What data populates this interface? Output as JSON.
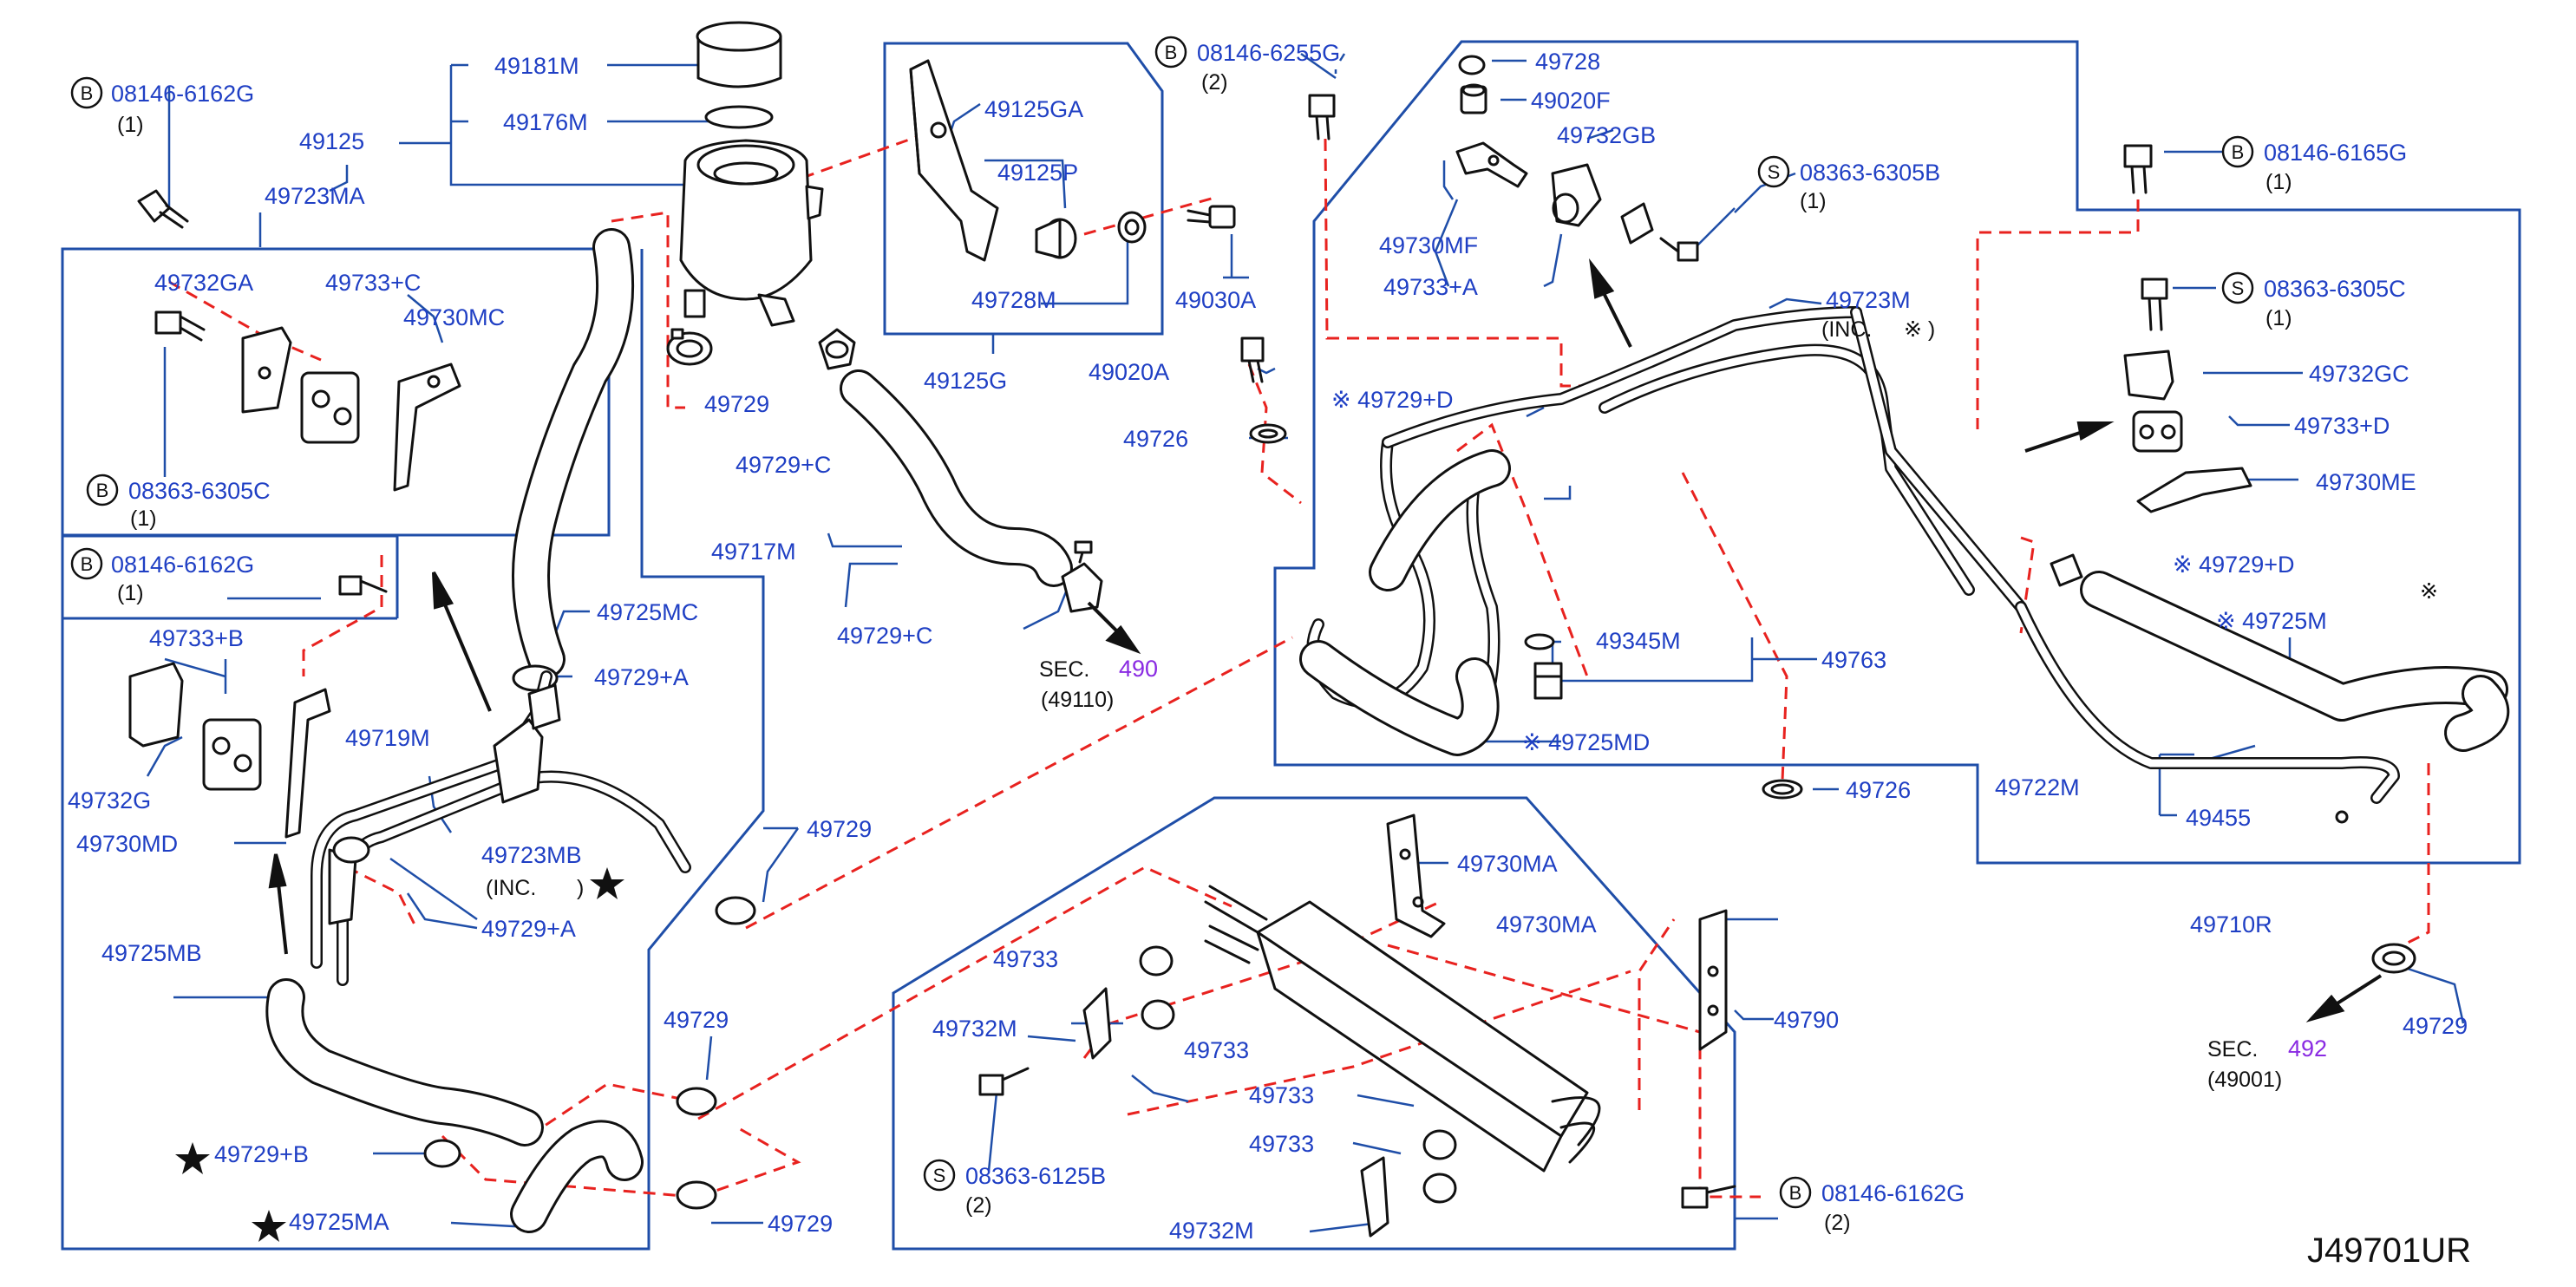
{
  "diagram_code": "J49701UR",
  "labels": {
    "b_08146_6162g_a": "08146-6162G",
    "qty1_a": "(1)",
    "p49125": "49125",
    "p49181m": "49181M",
    "p49176m": "49176M",
    "p49723ma": "49723MA",
    "p49732ga": "49732GA",
    "p49733c": "49733+C",
    "p49730mc": "49730MC",
    "b_08363_6305c": "08363-6305C",
    "qty1_b": "(1)",
    "b_08146_6162g_b": "08146-6162G",
    "qty1_c": "(1)",
    "p49733b": "49733+B",
    "p49732g": "49732G",
    "p49730md": "49730MD",
    "p49725mb": "49725MB",
    "p49729b": "49729+B",
    "p49725ma": "49725MA",
    "p49729_res": "49729",
    "p49725mc": "49725MC",
    "p49729a_top": "49729+A",
    "p49719m": "49719M",
    "p49723mb": "49723MB",
    "inc_mb": "(INC.",
    "inc_mb_close": ")",
    "p49729a_bot": "49729+A",
    "p49729_mid": "49729",
    "p49729_low1": "49729",
    "p49729_low2": "49729",
    "p49125ga": "49125GA",
    "p49125p": "49125P",
    "p49728m": "49728M",
    "p49125g": "49125G",
    "p49729c_top": "49729+C",
    "p49717m": "49717M",
    "p49729c_bot": "49729+C",
    "sec_490_a": "SEC.",
    "sec_490_b": "490",
    "sec_490_c": "(49110)",
    "b_08146_6255g": "08146-6255G",
    "qty2_a": "(2)",
    "p49030a": "49030A",
    "p49020a": "49020A",
    "p49726_a": "49726",
    "p49728": "49728",
    "p49020f": "49020F",
    "p49732gb": "49732GB",
    "p49730mf": "49730MF",
    "p49733a": "49733+A",
    "s_08363_6305b": "08363-6305B",
    "qty1_d": "(1)",
    "p49723m": "49723M",
    "inc_m": "(INC.",
    "inc_m_mark": "※ )",
    "p49729d_a": "※ 49729+D",
    "p49345m": "49345M",
    "p49763": "49763",
    "p49725md": "※ 49725MD",
    "p49726_b": "49726",
    "b_08146_6165g": "08146-6165G",
    "qty1_e": "(1)",
    "s_08363_6305c": "08363-6305C",
    "qty1_f": "(1)",
    "p49732gc": "49732GC",
    "p49733d": "49733+D",
    "p49730me": "49730ME",
    "p49729d_b": "※ 49729+D",
    "mark": "※",
    "p49725m": "※ 49725M",
    "p49722m": "49722M",
    "p49455": "49455",
    "p49710r": "49710R",
    "p49729_right": "49729",
    "sec_492_a": "SEC.",
    "sec_492_b": "492",
    "sec_492_c": "(49001)",
    "p49730ma_a": "49730MA",
    "p49730ma_b": "49730MA",
    "p49733_a": "49733",
    "p49732m_a": "49732M",
    "p49733_b": "49733",
    "p49790": "49790",
    "p49733_c": "49733",
    "p49733_d": "49733",
    "s_08363_6125b": "08363-6125B",
    "qty2_b": "(2)",
    "p49732m_b": "49732M",
    "b_08146_6162g_c": "08146-6162G",
    "qty2_c": "(2)"
  },
  "circle_letters": {
    "b": "B",
    "s": "S"
  }
}
